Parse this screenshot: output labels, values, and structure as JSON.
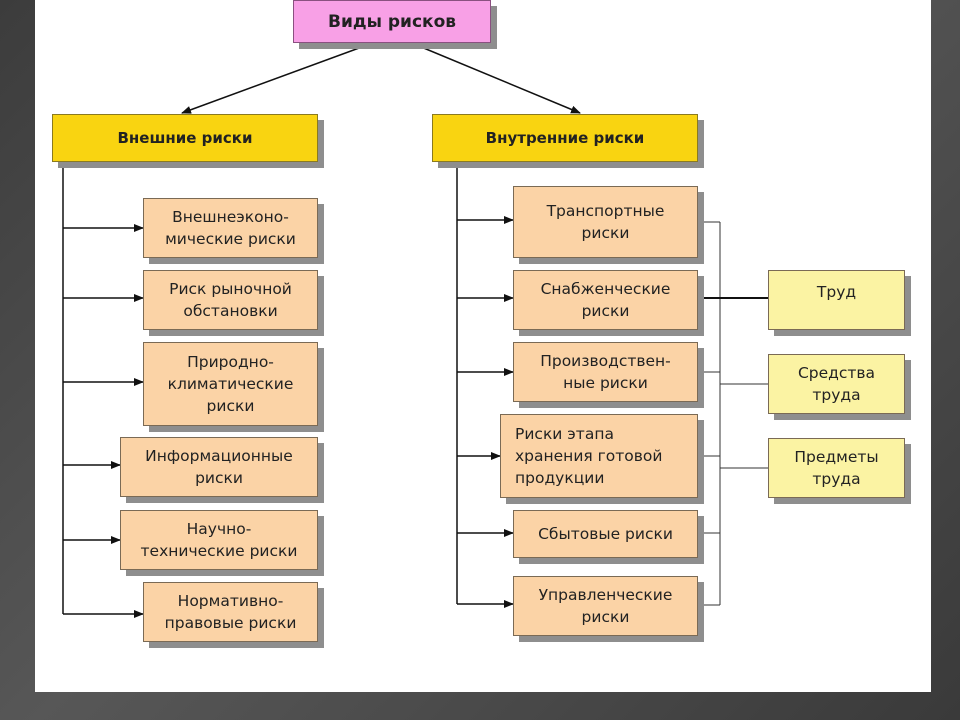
{
  "root": "Виды рисков",
  "external": {
    "title": "Внешние риски",
    "items": [
      "Внешнеэконо-\nмические риски",
      "Риск рыночной\nобстановки",
      "Природно-\nклиматические\nриски",
      "Информационные\nриски",
      "Научно-\nтехнические риски",
      "Нормативно-\nправовые риски"
    ]
  },
  "internal": {
    "title": "Внутренние риски",
    "items": [
      "Транспортные\nриски",
      "Снабженческие\nриски",
      "Производствен-\nные риски",
      "Риски этапа\nхранения готовой\nпродукции",
      "Сбытовые риски",
      "Управленческие\nриски"
    ]
  },
  "resources": {
    "items": [
      "Труд",
      "Средства\nтруда",
      "Предметы\nтруда"
    ]
  }
}
